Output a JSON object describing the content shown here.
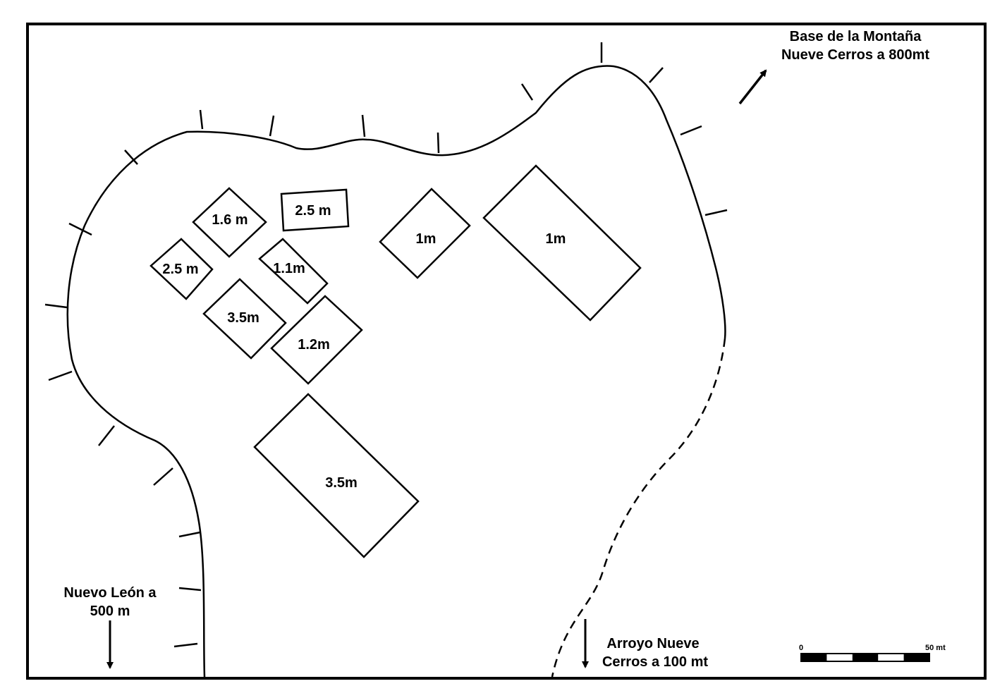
{
  "map": {
    "colors": {
      "ink": "#000000",
      "paper": "#ffffff"
    },
    "mounds": [
      {
        "id": "mound-1",
        "label": "1.6 m"
      },
      {
        "id": "mound-2",
        "label": "2.5 m"
      },
      {
        "id": "mound-3",
        "label": "2.5 m"
      },
      {
        "id": "mound-4",
        "label": "1.1m"
      },
      {
        "id": "mound-5",
        "label": "3.5m"
      },
      {
        "id": "mound-6",
        "label": "1.2m"
      },
      {
        "id": "mound-7",
        "label": "1m"
      },
      {
        "id": "mound-8",
        "label": "1m"
      },
      {
        "id": "mound-9",
        "label": "3.5m"
      }
    ],
    "directions": {
      "montana": {
        "line1": "Base de la Montaña",
        "line2": "Nueve Cerros a 800mt",
        "arrow": "northeast-arrow-icon"
      },
      "nuevo_leon": {
        "line1": "Nuevo León a",
        "line2": "500 m",
        "arrow": "south-arrow-icon"
      },
      "arroyo": {
        "line1": "Arroyo Nueve",
        "line2": "Cerros a 100 mt",
        "arrow": "south-arrow-icon"
      }
    },
    "scale_bar": {
      "start_label": "0",
      "end_label": "50 mt",
      "segments": 5
    }
  }
}
